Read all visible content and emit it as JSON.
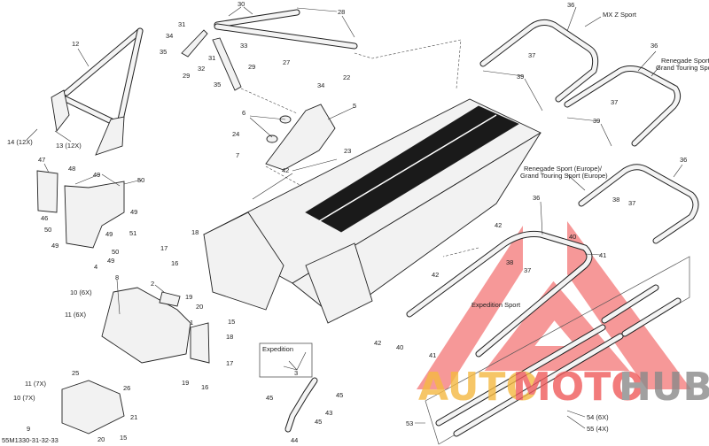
{
  "diagram_id": "55M1330-31-32-33",
  "callouts": {
    "c30": "30",
    "c28a": "28",
    "c31a": "31",
    "c34a": "34",
    "c35a": "35",
    "c31b": "31",
    "c33": "33",
    "c27": "27",
    "c32": "32",
    "c29a": "29",
    "c29b": "29",
    "c12": "12",
    "c35b": "35",
    "c22": "22",
    "c34b": "34",
    "c5": "5",
    "c6": "6",
    "c24": "24",
    "c23": "23",
    "c7": "7",
    "c42a": "42",
    "c14": "14 (12X)",
    "c13": "13 (12X)",
    "c47": "47",
    "c48": "48",
    "c49a": "49",
    "c50a": "50",
    "c46": "46",
    "c49b": "49",
    "c51": "51",
    "c50b": "50",
    "c49c": "49",
    "c49d": "49",
    "c50c": "50",
    "c49e": "49",
    "c4": "4",
    "c17a": "17",
    "c18a": "18",
    "c16a": "16",
    "c19a": "19",
    "c20a": "20",
    "c15a": "15",
    "c8": "8",
    "c2": "2",
    "c1": "1",
    "c10a": "10 (6X)",
    "c11a": "11 (6X)",
    "c18b": "18",
    "c17b": "17",
    "c19b": "19",
    "c16b": "16",
    "c25": "25",
    "c26": "26",
    "c11b": "11 (7X)",
    "c10b": "10 (7X)",
    "c21": "21",
    "c9": "9",
    "c20b": "20",
    "c15b": "15",
    "c3": "3",
    "c45a": "45",
    "c45b": "45",
    "c43": "43",
    "c45c": "45",
    "c44": "44",
    "c36a": "36",
    "c37a": "37",
    "c39a": "39",
    "c36b": "36",
    "c37b": "37",
    "c39b": "39",
    "c36c": "36",
    "c38a": "38",
    "c37c": "37",
    "c36d": "36",
    "c42b": "42",
    "c40a": "40",
    "c41a": "41",
    "c38b": "38",
    "c37d": "37",
    "c42c": "42",
    "c42d": "42",
    "c40b": "40",
    "c41b": "41",
    "c54": "54 (6X)",
    "c55": "55 (4X)",
    "c53": "53"
  },
  "variants": {
    "mxz": "MX Z Sport",
    "renegade_1": "Renegade Sport/",
    "renegade_2": "Grand Touring Sport",
    "europe_1": "Renegade Sport (Europe)/",
    "europe_2": "Grand Touring Sport (Europe)",
    "expedition_sport": "Expedition Sport",
    "expedition": "Expedition"
  },
  "watermark": {
    "part1": "AUTO",
    "part2": "MOTO",
    "part3": "HUB",
    "colors": {
      "auto": "#f5b942",
      "moto": "#ef5b5b",
      "hub": "#8a8a8a",
      "logo": "#ef4444"
    }
  }
}
